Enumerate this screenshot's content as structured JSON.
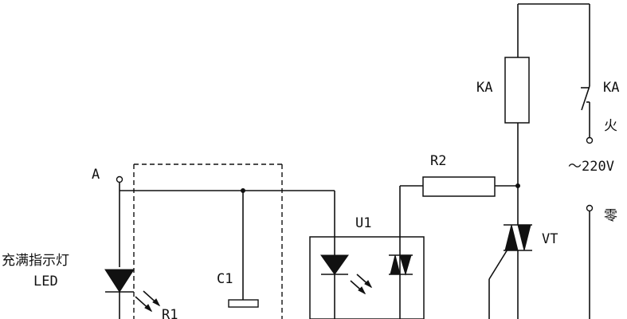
{
  "labels": {
    "node_a": "A",
    "led_caption": "充满指示灯",
    "led_name": "LED",
    "r1": "R1",
    "c1": "C1",
    "u1": "U1",
    "r2": "R2",
    "ka_coil": "KA",
    "ka_switch": "KA",
    "fire": "火",
    "voltage": "～220V",
    "neutral": "零",
    "vt": "VT"
  }
}
